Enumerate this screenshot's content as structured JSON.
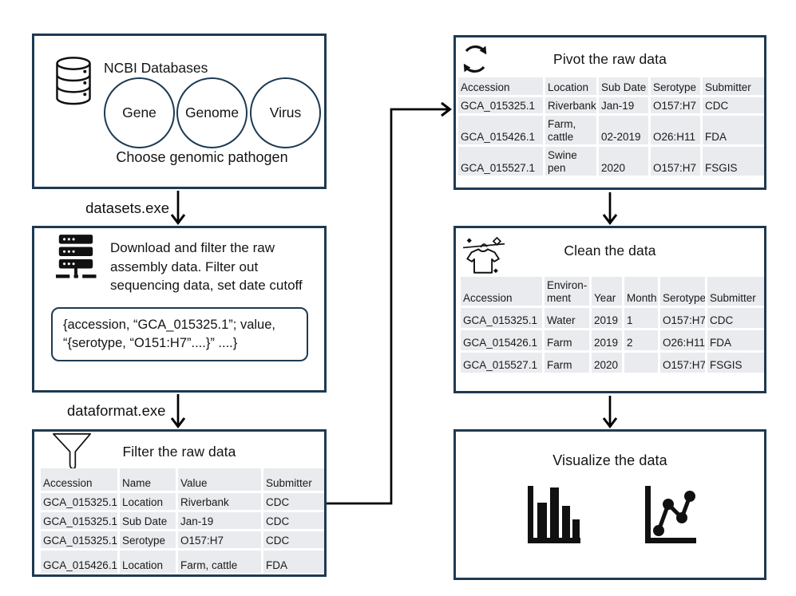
{
  "colors": {
    "border": "#1e3a52",
    "cell_bg": "#e9ebee",
    "ink": "#141414"
  },
  "arrows": {
    "label1": "datasets.exe",
    "label2": "dataformat.exe"
  },
  "boxes": {
    "ncbi": {
      "title": "NCBI Databases",
      "circles": [
        "Gene",
        "Genome",
        "Virus"
      ],
      "caption": "Choose genomic pathogen"
    },
    "download": {
      "desc_line1": "Download and filter the raw",
      "desc_line2": "assembly data. Filter out",
      "desc_line3": "sequencing data, set date cutoff",
      "code_line1": "{accession, “GCA_015325.1”; value,",
      "code_line2": "“{serotype, “O151:H7”....}” ....}"
    },
    "filter": {
      "title": "Filter the raw data",
      "headers": [
        "Accession",
        "Name",
        "Value",
        "Submitter"
      ],
      "rows": [
        [
          "GCA_015325.1",
          "Location",
          "Riverbank",
          "CDC"
        ],
        [
          "GCA_015325.1",
          "Sub Date",
          "Jan-19",
          "CDC"
        ],
        [
          "GCA_015325.1",
          "Serotype",
          "O157:H7",
          "CDC"
        ],
        [
          "GCA_015426.1",
          "Location",
          "Farm, cattle",
          "FDA"
        ]
      ]
    },
    "pivot": {
      "title": "Pivot the raw data",
      "headers": [
        "Accession",
        "Location",
        "Sub Date",
        "Serotype",
        "Submitter"
      ],
      "rows": [
        [
          "GCA_015325.1",
          "Riverbank",
          "Jan-19",
          "O157:H7",
          "CDC"
        ],
        [
          "GCA_015426.1",
          "Farm,\ncattle",
          "02-2019",
          "O26:H11",
          "FDA"
        ],
        [
          "GCA_015527.1",
          "Swine pen",
          "2020",
          "O157:H7",
          "FSGIS"
        ]
      ]
    },
    "clean": {
      "title": "Clean the data",
      "headers": [
        "Accession",
        "Environ-\nment",
        "Year",
        "Month",
        "Serotype",
        "Submitter"
      ],
      "rows": [
        [
          "GCA_015325.1",
          "Water",
          "2019",
          "1",
          "O157:H7",
          "CDC"
        ],
        [
          "GCA_015426.1",
          "Farm",
          "2019",
          "2",
          "O26:H11",
          "FDA"
        ],
        [
          "GCA_015527.1",
          "Farm",
          "2020",
          "",
          "O157:H7",
          "FSGIS"
        ]
      ]
    },
    "visualize": {
      "title": "Visualize the data"
    }
  }
}
